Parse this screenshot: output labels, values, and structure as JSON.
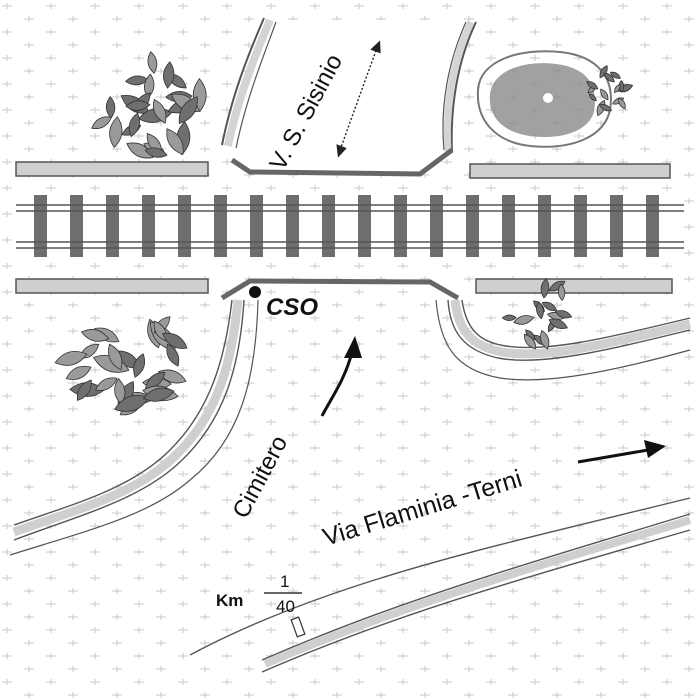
{
  "labels": {
    "street_top": "V. S. Sisinio",
    "station_code": "CSO",
    "road_cemetery": "Cimitero",
    "road_main": "Via Flaminia -Terni",
    "km_unit": "Km",
    "km_numerator": "1",
    "km_denominator": "40"
  },
  "colors": {
    "background": "#ffffff",
    "grass_dash": "#c8c8c8",
    "road_fill": "#cfcfcf",
    "rail_tie": "#6e6e6e",
    "rail_line": "#555555",
    "foliage_light": "#9a9a9a",
    "foliage_dark": "#6f6f6f",
    "ink": "#111111"
  },
  "icons": {
    "trees": "deciduous-tree-icon",
    "station": "station-dot-icon",
    "arrows": "direction-arrow-icon"
  }
}
